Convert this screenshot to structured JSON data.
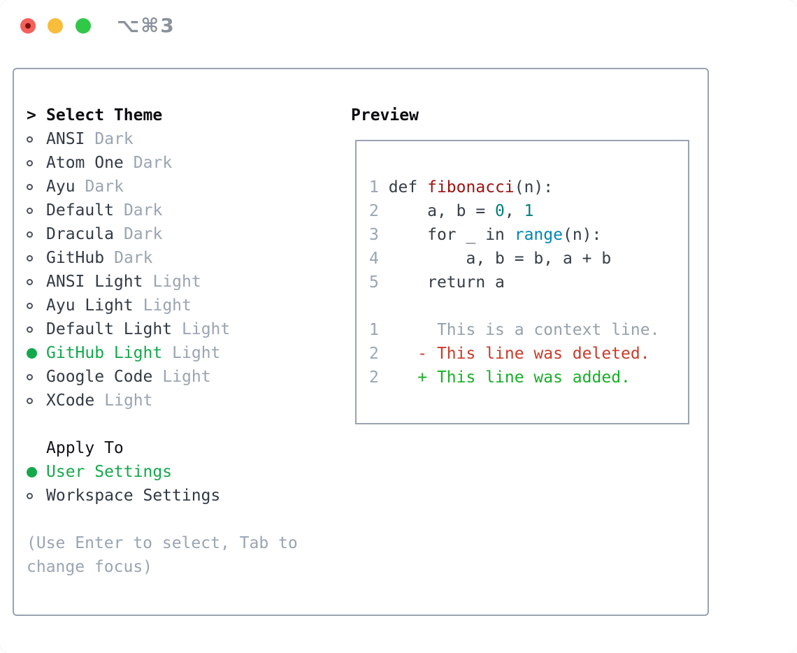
{
  "window": {
    "shortcut_label": "⌥⌘3",
    "traffic_lights": [
      "close",
      "minimize",
      "zoom"
    ]
  },
  "theme_menu": {
    "prompt": ">",
    "title": "Select Theme",
    "items": [
      {
        "name": "ANSI",
        "variant": "Dark",
        "selected": false
      },
      {
        "name": "Atom One",
        "variant": "Dark",
        "selected": false
      },
      {
        "name": "Ayu",
        "variant": "Dark",
        "selected": false
      },
      {
        "name": "Default",
        "variant": "Dark",
        "selected": false
      },
      {
        "name": "Dracula",
        "variant": "Dark",
        "selected": false
      },
      {
        "name": "GitHub",
        "variant": "Dark",
        "selected": false
      },
      {
        "name": "ANSI Light",
        "variant": "Light",
        "selected": false
      },
      {
        "name": "Ayu Light",
        "variant": "Light",
        "selected": false
      },
      {
        "name": "Default Light",
        "variant": "Light",
        "selected": false
      },
      {
        "name": "GitHub Light",
        "variant": "Light",
        "selected": true
      },
      {
        "name": "Google Code",
        "variant": "Light",
        "selected": false
      },
      {
        "name": "XCode",
        "variant": "Light",
        "selected": false
      }
    ]
  },
  "apply_to": {
    "title": "Apply To",
    "options": [
      {
        "name": "User Settings",
        "selected": true
      },
      {
        "name": "Workspace Settings",
        "selected": false
      }
    ]
  },
  "hint_lines": [
    "(Use Enter to select, Tab to",
    "change focus)"
  ],
  "preview": {
    "title": "Preview",
    "code_lines": [
      {
        "num": "1",
        "parts": [
          [
            "kw",
            " def "
          ],
          [
            "fn",
            "fibonacci"
          ],
          [
            "p",
            "(n):"
          ]
        ]
      },
      {
        "num": "2",
        "parts": [
          [
            "p",
            "     a, b = "
          ],
          [
            "num",
            "0"
          ],
          [
            "p",
            ", "
          ],
          [
            "num",
            "1"
          ]
        ]
      },
      {
        "num": "3",
        "parts": [
          [
            "kw",
            "     for "
          ],
          [
            "p",
            "_ "
          ],
          [
            "kw",
            "in "
          ],
          [
            "bi",
            "range"
          ],
          [
            "p",
            "(n):"
          ]
        ]
      },
      {
        "num": "4",
        "parts": [
          [
            "p",
            "         a, b = b, a + b"
          ]
        ]
      },
      {
        "num": "5",
        "parts": [
          [
            "kw",
            "     return "
          ],
          [
            "p",
            "a"
          ]
        ]
      },
      {
        "num": "",
        "parts": []
      },
      {
        "num": "1",
        "parts": [
          [
            "ctx",
            "      This is a context line."
          ]
        ]
      },
      {
        "num": "2",
        "parts": [
          [
            "del",
            "    - This line was deleted."
          ]
        ]
      },
      {
        "num": "2",
        "parts": [
          [
            "add",
            "    + This line was added."
          ]
        ]
      }
    ]
  },
  "colors": {
    "accent_green": "#14a84c",
    "tag_gray": "#9aa4b2",
    "border_gray": "#9aa3b2",
    "syntax_function": "#9e1111",
    "syntax_number": "#008080",
    "syntax_builtin": "#0086b3",
    "diff_deleted": "#c93b2a",
    "diff_added": "#17af28",
    "traffic_red": "#f4605a",
    "traffic_yellow": "#f7bd3b",
    "traffic_green": "#31c748"
  }
}
